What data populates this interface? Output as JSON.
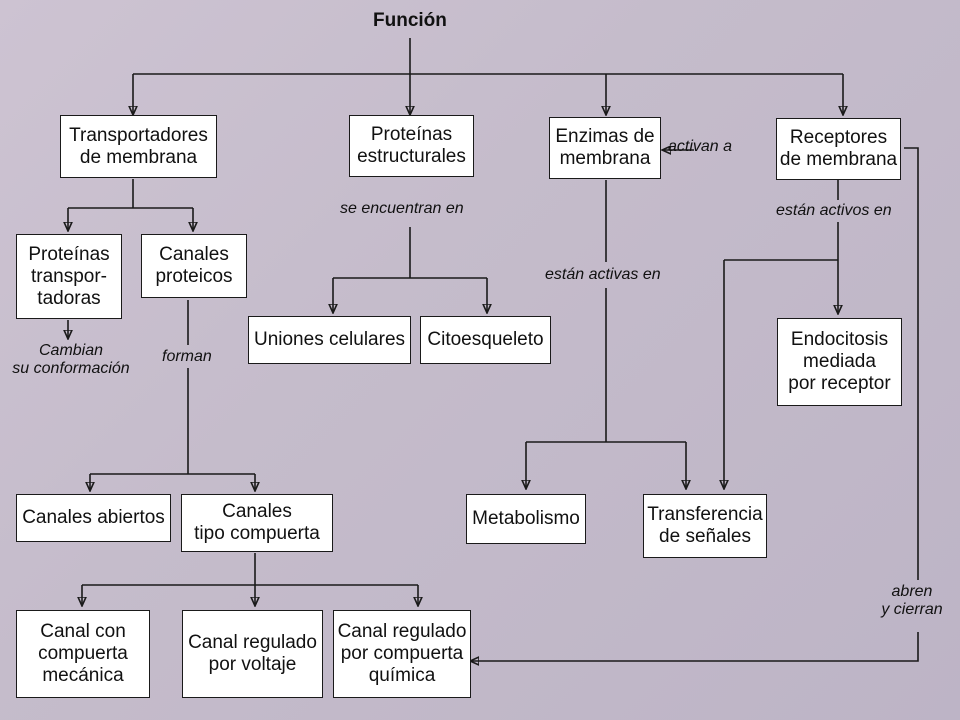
{
  "diagram": {
    "title": "Función",
    "nodes": {
      "transportadores": "Transportadores\nde membrana",
      "estructurales": "Proteínas\nestructurales",
      "enzimas": "Enzimas de\nmembrana",
      "receptores": "Receptores\nde membrana",
      "proteinas_transportadoras": "Proteínas\ntranspor-\ntadoras",
      "canales_proteicos": "Canales\nproteicos",
      "uniones": "Uniones celulares",
      "citoesqueleto": "Citoesqueleto",
      "endocitosis": "Endocitosis\nmediada\npor receptor",
      "canales_abiertos": "Canales abiertos",
      "canales_compuerta": "Canales\ntipo compuerta",
      "metabolismo": "Metabolismo",
      "transferencia": "Transferencia\nde señales",
      "canal_mecanica": "Canal con\ncompuerta\nmecánica",
      "canal_voltaje": "Canal regulado\npor voltaje",
      "canal_quimica": "Canal regulado\npor compuerta\nquímica"
    },
    "labels": {
      "se_encuentran_en": "se encuentran en",
      "activan_a": "activan a",
      "estan_activos_en": "están activos en",
      "estan_activas_en": "están activas en",
      "cambian": "Cambian\nsu conformación",
      "forman": "forman",
      "abren_y_cierran": "abren\ny cierran"
    }
  }
}
